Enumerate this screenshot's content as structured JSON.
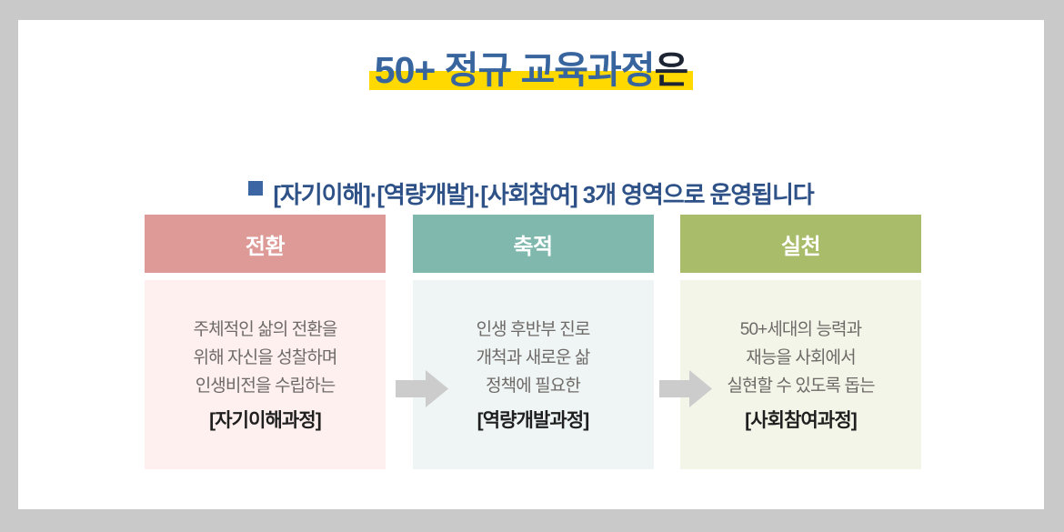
{
  "slide": {
    "title": {
      "main": "50+ 정규 교육과정",
      "tail": "은",
      "highlight_color": "#ffd900",
      "main_color": "#39659f",
      "tail_color": "#1d2433"
    },
    "subtitle": {
      "bullet_icon": "filled-square-bullet",
      "text": "[자기이해]·[역량개발]·[사회참여] 3개 영역으로 운영됩니다",
      "color": "#2e5288"
    },
    "columns": [
      {
        "header": "전환",
        "header_color": "#dd9a97",
        "body_color": "#fdf0ee",
        "lines": [
          "주체적인 삶의 전환을",
          "위해 자신을 성찰하며",
          "인생비전을 수립하는"
        ],
        "course": "[자기이해과정]"
      },
      {
        "header": "축적",
        "header_color": "#80b8ae",
        "body_color": "#eef5f4",
        "lines": [
          "인생 후반부 진로",
          "개척과 새로운 삶",
          "정책에 필요한"
        ],
        "course": "[역량개발과정]"
      },
      {
        "header": "실천",
        "header_color": "#a8bc6a",
        "body_color": "#f4f5e9",
        "lines": [
          "50+세대의 능력과",
          "재능을 사회에서",
          "실현할 수 있도록 돕는"
        ],
        "course": "[사회참여과정]"
      }
    ],
    "arrows": [
      {
        "icon": "right-arrow-icon",
        "color": "#cccccc"
      },
      {
        "icon": "right-arrow-icon",
        "color": "#cccccc"
      }
    ],
    "frame_color": "#c9c9c9",
    "canvas_color": "#ffffff"
  }
}
